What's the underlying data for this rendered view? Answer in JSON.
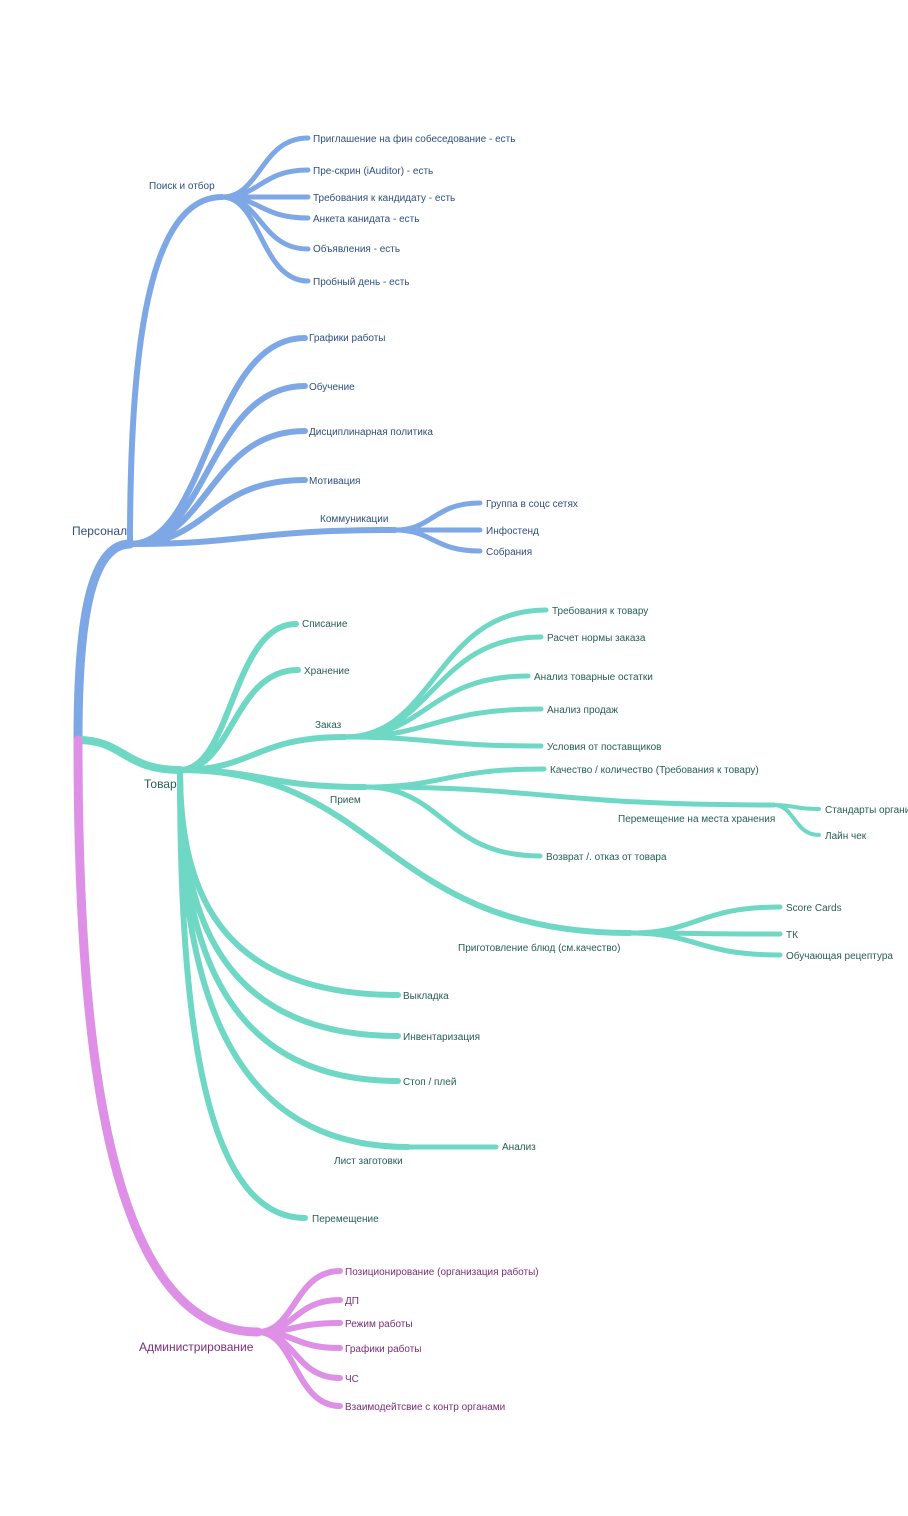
{
  "colors": {
    "personnel": "#7ea7e6",
    "goods": "#6fd8c4",
    "admin": "#de8fe6"
  },
  "personnel": {
    "label": "Персонал",
    "search": {
      "label": "Поиск и отбор",
      "items": [
        "Приглашение на фин собеседование - есть",
        "Пре-скрин (iAuditor) - есть",
        "Требования к кандидату - есть",
        "Анкета канидата - есть",
        "Объявления - есть",
        "Пробный день - есть"
      ]
    },
    "items": [
      "Графики работы",
      "Обучение",
      "Дисциплинарная политика",
      "Мотивация"
    ],
    "comm": {
      "label": "Коммуникации",
      "items": [
        "Группа в соцс сетях",
        "Инфостенд",
        "Собрания"
      ]
    }
  },
  "goods": {
    "label": "Товар",
    "writeoff": "Списание",
    "storage": "Хранение",
    "order": {
      "label": "Заказ",
      "items": [
        "Требования к товару",
        "Расчет нормы заказа",
        "Анализ товарные остатки",
        "Анализ продаж",
        "Условия от поставщиков"
      ]
    },
    "receipt": {
      "label": "Прием",
      "quality": "Качество / количество (Требования к товару)",
      "move_storage": {
        "label": "Перемещение на места хранения",
        "items": [
          "Стандарты органи",
          "Лайн чек"
        ]
      },
      "return": "Возврат /. отказ от товара"
    },
    "cooking": {
      "label": "Приготовление блюд (см.качество)",
      "items": [
        "Score Cards",
        "ТК",
        "Обучающая рецептура"
      ]
    },
    "display": "Выкладка",
    "inventory": "Инвентаризация",
    "stop_play": "Стоп / плей",
    "prep_sheet": {
      "label": "Лист заготовки",
      "analysis": "Анализ"
    },
    "transfer": "Перемещение"
  },
  "admin": {
    "label": "Администрирование",
    "items": [
      "Позиционирование (организация работы)",
      "ДП",
      "Режим работы",
      "Графики работы",
      "ЧС",
      "Взаимодейтсвие с контр органами"
    ]
  }
}
